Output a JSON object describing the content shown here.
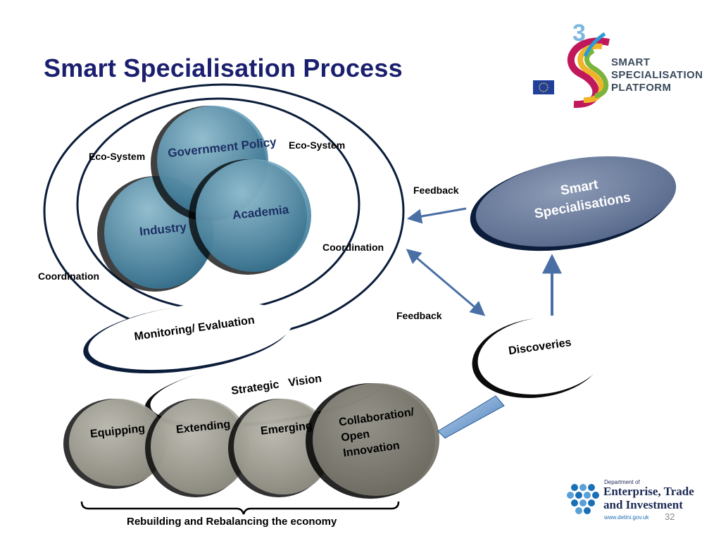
{
  "slide": {
    "title": "Smart Specialisation Process",
    "page_number": "32"
  },
  "logo": {
    "mark": "3",
    "text_lines": [
      "SMART",
      "SPECIALISATION",
      "PLATFORM"
    ],
    "flag_icon": "eu-flag-icon"
  },
  "diagram": {
    "circles": {
      "government": "Government Policy",
      "industry": "Industry",
      "academia": "Academia"
    },
    "ecosystem_left": "Eco-System",
    "ecosystem_right": "Eco-System",
    "coordination_left": "Coordination",
    "coordination_right": "Coordination",
    "monitoring": "Monitoring/ Evaluation",
    "strategic_vision": "Strategic   Vision",
    "feedback_top": "Feedback",
    "feedback_bottom": "Feedback",
    "smart_specialisations": [
      "Smart",
      "Specialisations"
    ],
    "discoveries": "Discoveries",
    "stages": [
      "Equipping",
      "Extending",
      "Emerging"
    ],
    "collaboration_lines": [
      "Collaboration/",
      "Open",
      "Innovation"
    ],
    "brace_label": "Rebuilding and Rebalancing the economy"
  },
  "department": {
    "small": "Department of",
    "line1": "Enterprise, Trade",
    "line2": "and Investment",
    "url": "www.detini.gov.uk"
  },
  "colors": {
    "title": "#1a1f6e",
    "teal": "#6ea9c4",
    "slate": "#6d7f9c",
    "stone": "#a9a79c",
    "arrow": "#4a6fa5"
  }
}
